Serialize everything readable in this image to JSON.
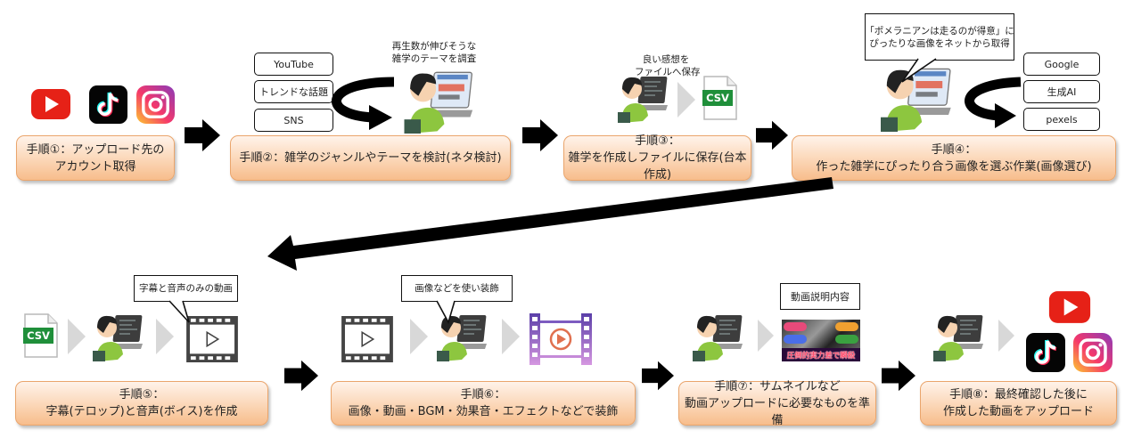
{
  "steps": [
    {
      "lines": [
        "手順①：アップロード先の",
        "アカウント取得"
      ]
    },
    {
      "lines": [
        "手順②：雑学のジャンルやテーマを検討(ネタ検討)"
      ]
    },
    {
      "lines": [
        "手順③：",
        "雑学を作成しファイルに保存(台本作成)"
      ]
    },
    {
      "lines": [
        "手順④：",
        "作った雑学にぴったり合う画像を選ぶ作業(画像選び)"
      ]
    },
    {
      "lines": [
        "手順⑤：",
        "字幕(テロップ)と音声(ボイス)を作成"
      ]
    },
    {
      "lines": [
        "手順⑥：",
        "画像・動画・BGM・効果音・エフェクトなどで装飾"
      ]
    },
    {
      "lines": [
        "手順⑦：サムネイルなど",
        "動画アップロードに必要なものを準備"
      ]
    },
    {
      "lines": [
        "手順⑧：最終確認した後に",
        "作成した動画をアップロード"
      ]
    }
  ],
  "step2": {
    "sources": [
      "YouTube",
      "トレンドな話題",
      "SNS"
    ],
    "caption": [
      "再生数が伸びそうな",
      "雑学のテーマを調査"
    ]
  },
  "step3": {
    "caption": [
      "良い感想を",
      "ファイルへ保存"
    ],
    "file_label": "CSV"
  },
  "step4": {
    "bubble": [
      "「ポメラニアンは走るのが得意」に",
      "ぴったりな画像をネットから取得"
    ],
    "sources": [
      "Google",
      "生成AI",
      "pexels"
    ]
  },
  "step5": {
    "bubble": "字幕と音声のみの動画",
    "file_label": "CSV"
  },
  "step6": {
    "bubble": "画像などを使い装飾"
  },
  "step7": {
    "label": "動画説明内容",
    "thumbnail_text": "圧倒的実力差で瞬殺"
  },
  "icons": {
    "platforms": [
      "youtube-icon",
      "tiktok-icon",
      "instagram-icon"
    ],
    "person": "person-at-laptop-icon",
    "file": "csv-file-icon",
    "video": "video-filmstrip-icon"
  },
  "colors": {
    "step_box_top": "#fff3ea",
    "step_box_bottom": "#f7bd8c",
    "step_box_border": "#eaa56c",
    "youtube": "#e62117",
    "csv": "#1f8f3a",
    "arrow": "#000000"
  }
}
